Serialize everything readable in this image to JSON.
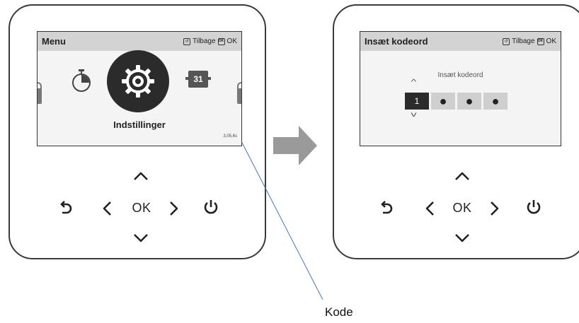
{
  "left_screen": {
    "title": "Menu",
    "back_label": "Tilbage",
    "ok_label": "OK",
    "ok_icon_text": "OK",
    "menu_item_label": "Indstillinger",
    "calendar_number": "31",
    "version": "3,05,6s",
    "icons": [
      "lock-icon",
      "timer-icon",
      "gear-icon",
      "calendar-icon",
      "lock-icon"
    ]
  },
  "right_screen": {
    "title": "Insæt kodeord",
    "back_label": "Tilbage",
    "ok_label": "OK",
    "ok_icon_text": "OK",
    "prompt": "Insæt kodeord",
    "digits": [
      "1",
      "●",
      "●",
      "●"
    ]
  },
  "buttons": {
    "ok_label": "OK",
    "icons": [
      "back-icon",
      "left-arrow-icon",
      "up-arrow-icon",
      "down-arrow-icon",
      "right-arrow-icon",
      "power-icon"
    ]
  },
  "callout_label": "Kode",
  "colors": {
    "screen_bg": "#f4f4f4",
    "titlebar": "#d3d3d3",
    "dark": "#2b2b2b",
    "arrow": "#9a9a9a",
    "callout_line": "#4a72b8"
  }
}
